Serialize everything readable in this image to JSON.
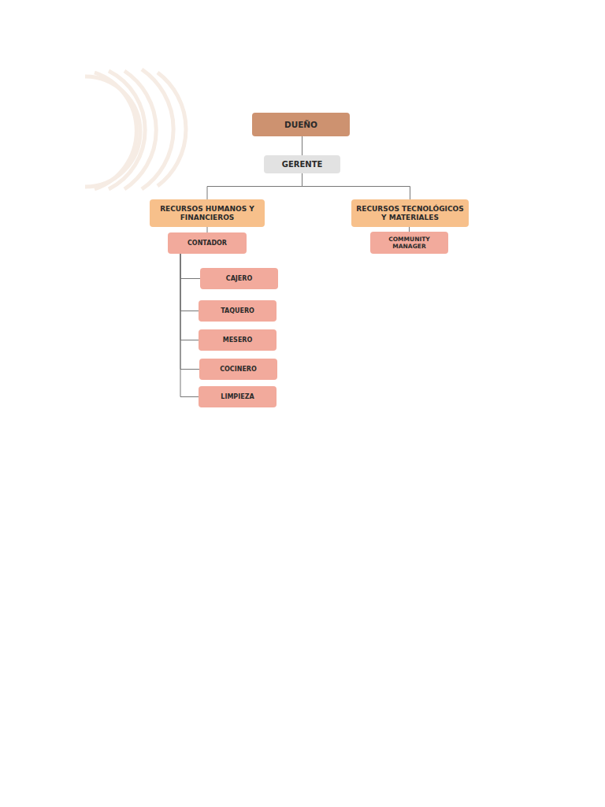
{
  "diagram": {
    "nodes": [
      {
        "text": [
          "DUEÑO"
        ]
      },
      {
        "text": [
          "GERENTE"
        ]
      },
      {
        "text": [
          "RECURSOS HUMANOS Y FINANCIEROS"
        ]
      },
      {
        "text": [
          "RECURSOS TECNOLÓGICOS Y MATERIALES"
        ]
      },
      {
        "text": [
          "CONTADOR"
        ]
      },
      {
        "text": [
          "COMMUNITY MANAGER"
        ]
      },
      {
        "text": [
          "CAJERO"
        ]
      },
      {
        "text": [
          "TAQUERO"
        ]
      },
      {
        "text": [
          "MESERO"
        ]
      },
      {
        "text": [
          "COCINERO"
        ]
      },
      {
        "text": [
          "LIMPIEZA"
        ]
      }
    ],
    "edges": [
      {
        "from": 0,
        "to": 1,
        "arrow": "none"
      },
      {
        "from": 1,
        "to": 2,
        "arrow": "none"
      },
      {
        "from": 1,
        "to": 3,
        "arrow": "none"
      },
      {
        "from": 2,
        "to": 4,
        "arrow": "none"
      },
      {
        "from": 3,
        "to": 5,
        "arrow": "none"
      },
      {
        "from": 4,
        "to": 6,
        "arrow": "none"
      },
      {
        "from": 4,
        "to": 7,
        "arrow": "none"
      },
      {
        "from": 4,
        "to": 8,
        "arrow": "none"
      },
      {
        "from": 4,
        "to": 9,
        "arrow": "none"
      },
      {
        "from": 4,
        "to": 10,
        "arrow": "none"
      }
    ]
  }
}
